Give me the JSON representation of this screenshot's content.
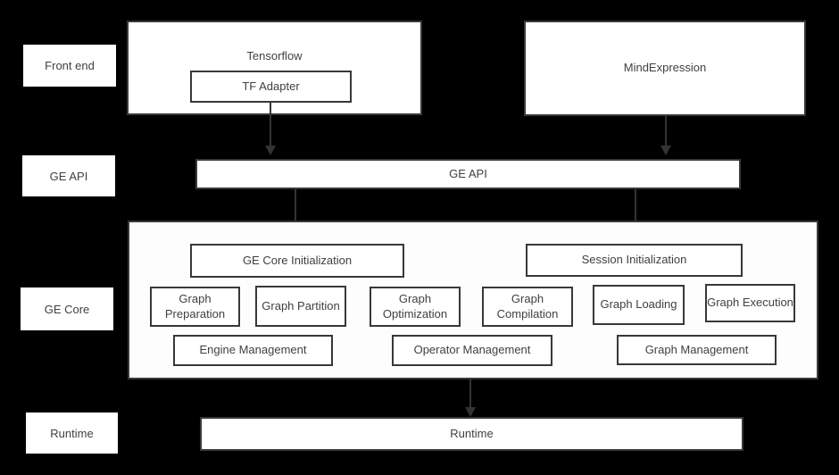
{
  "colors": {
    "background": "#000000",
    "box_fill": "#ffffff",
    "border": "#383838",
    "text": "#404040",
    "arrow": "#333333"
  },
  "row_labels": {
    "front_end": "Front end",
    "ge_api": "GE API",
    "ge_core": "GE Core",
    "runtime": "Runtime"
  },
  "front_end": {
    "tensorflow_title": "Tensorflow",
    "tf_adapter": "TF Adapter",
    "mind_expression": "MindExpression"
  },
  "ge_api_box": "GE API",
  "ge_core": {
    "ge_core_initialization": "GE Core Initialization",
    "session_initialization": "Session Initialization",
    "stages": [
      "Graph Preparation",
      "Graph Partition",
      "Graph Optimization",
      "Graph Compilation",
      "Graph Loading",
      "Graph Execution"
    ],
    "management": [
      "Engine Management",
      "Operator Management",
      "Graph Management"
    ]
  },
  "runtime_box": "Runtime"
}
